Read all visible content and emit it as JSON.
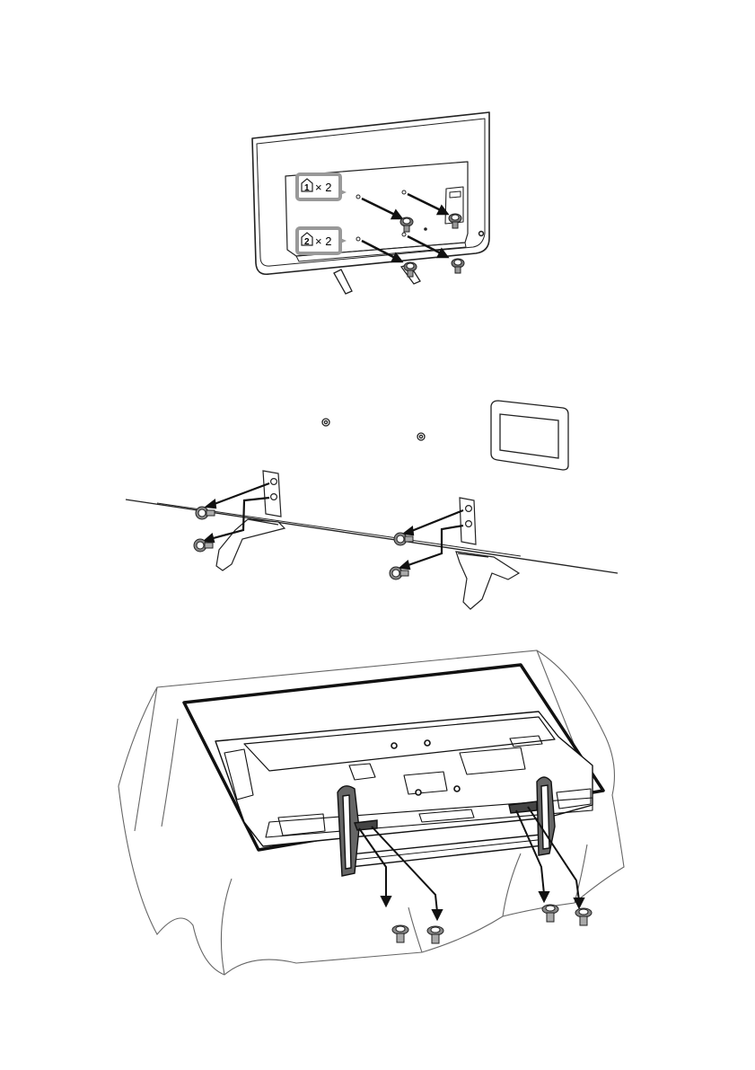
{
  "step1": {
    "callout_top": {
      "badge": "1",
      "count": "× 2"
    },
    "callout_bottom": {
      "badge": "2",
      "count": "× 2"
    }
  }
}
